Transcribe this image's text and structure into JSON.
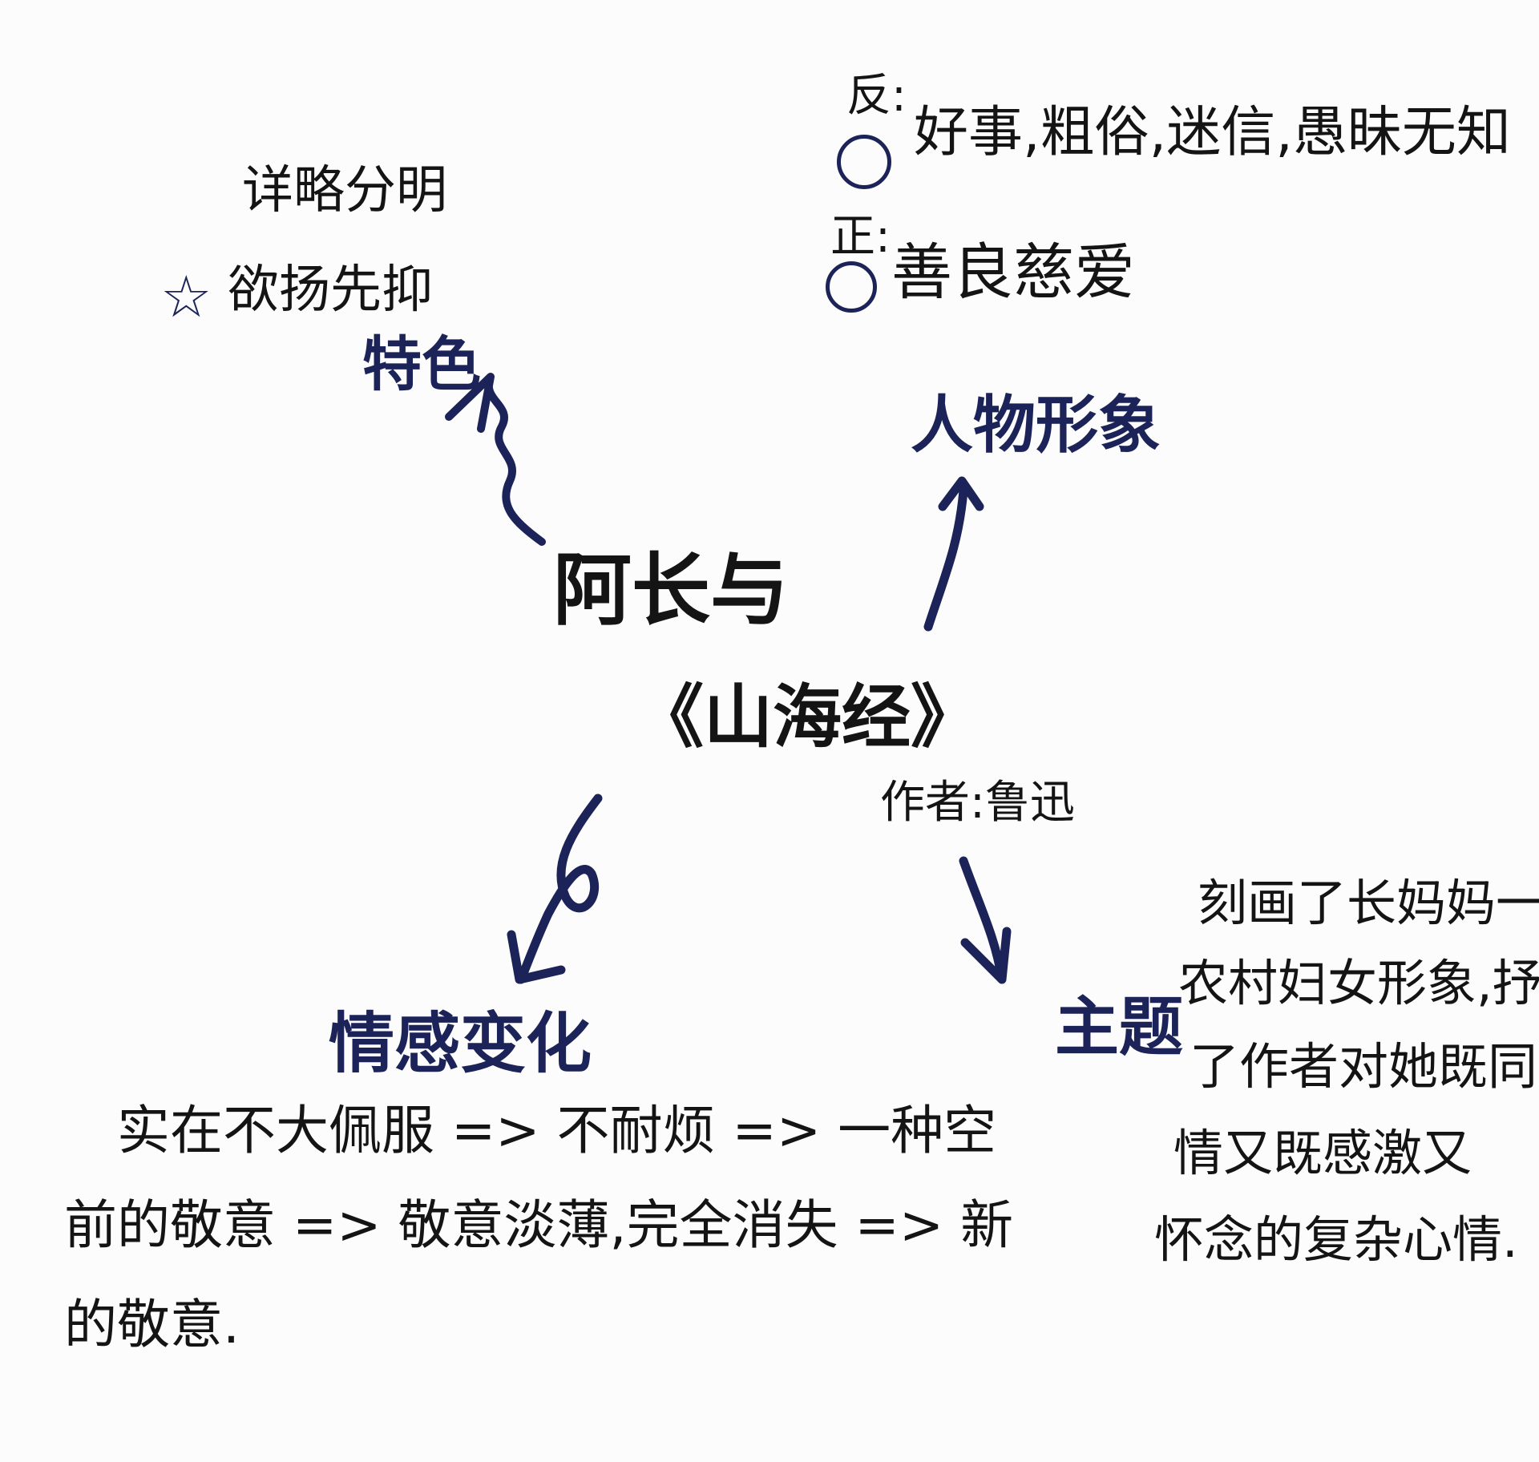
{
  "center": {
    "title_line1": "阿长与",
    "title_line2": "《山海经》",
    "author": "作者:鲁迅"
  },
  "branches": {
    "features": {
      "heading": "特色",
      "items": [
        "详略分明",
        "欲扬先抑"
      ],
      "star_icon": "☆"
    },
    "character": {
      "heading": "人物形象",
      "negative_label": "反:",
      "negative_text": "好事,粗俗,迷信,愚昧无知",
      "positive_label": "正:",
      "positive_text": "善良慈爱"
    },
    "emotion": {
      "heading": "情感变化",
      "lines": [
        "实在不大佩服 => 不耐烦 => 一种空",
        "前的敬意 => 敬意淡薄,完全消失 => 新",
        "的敬意."
      ]
    },
    "theme": {
      "heading": "主题",
      "lines": [
        "刻画了长妈妈一",
        "农村妇女形象,抒发",
        "了作者对她既同",
        "情又既感激又",
        "怀念的复杂心情."
      ]
    }
  },
  "colors": {
    "ink_black": "#141414",
    "ink_navy": "#1c2358",
    "paper": "#fcfcfc"
  }
}
